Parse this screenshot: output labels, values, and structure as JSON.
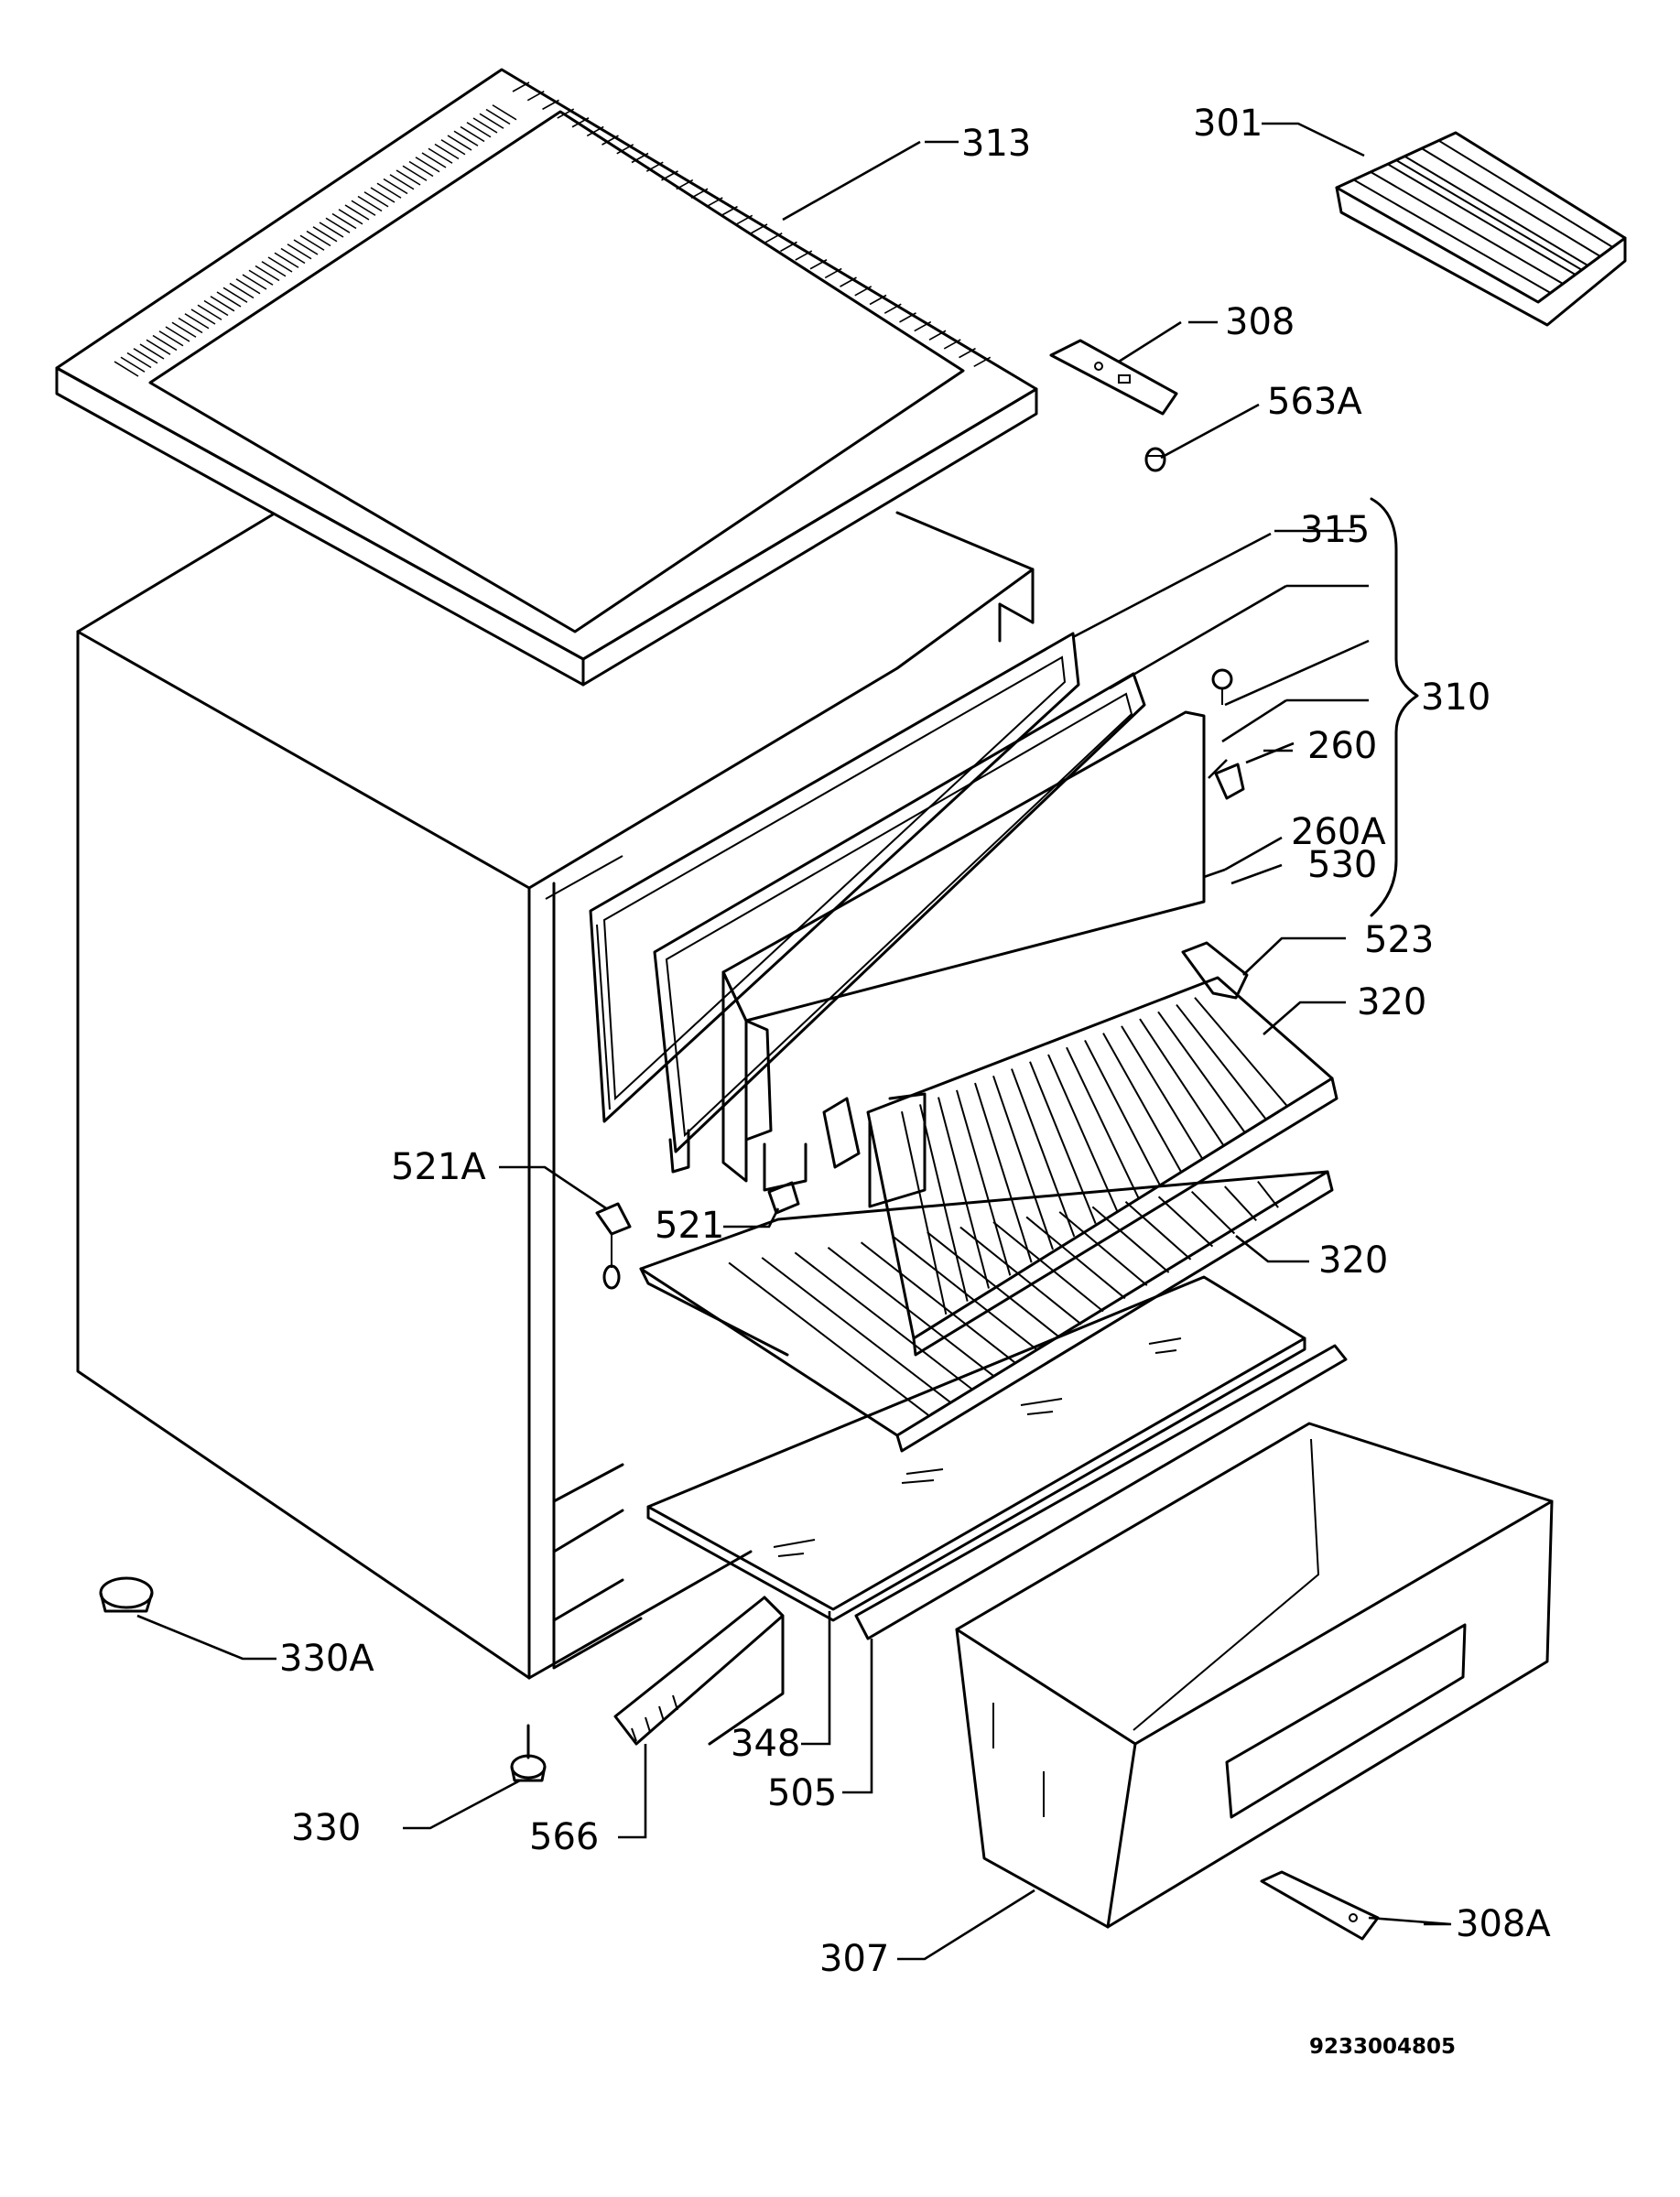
{
  "diagram": {
    "callouts": [
      {
        "id": "lbl-313",
        "text": "313"
      },
      {
        "id": "lbl-301",
        "text": "301"
      },
      {
        "id": "lbl-308",
        "text": "308"
      },
      {
        "id": "lbl-563a",
        "text": "563A"
      },
      {
        "id": "lbl-315",
        "text": "315"
      },
      {
        "id": "lbl-310",
        "text": "310"
      },
      {
        "id": "lbl-260",
        "text": "260"
      },
      {
        "id": "lbl-260a",
        "text": "260A"
      },
      {
        "id": "lbl-530",
        "text": "530"
      },
      {
        "id": "lbl-523",
        "text": "523"
      },
      {
        "id": "lbl-320-upper",
        "text": "320"
      },
      {
        "id": "lbl-521a",
        "text": "521A"
      },
      {
        "id": "lbl-521",
        "text": "521"
      },
      {
        "id": "lbl-320-lower",
        "text": "320"
      },
      {
        "id": "lbl-330a",
        "text": "330A"
      },
      {
        "id": "lbl-348",
        "text": "348"
      },
      {
        "id": "lbl-505",
        "text": "505"
      },
      {
        "id": "lbl-330",
        "text": "330"
      },
      {
        "id": "lbl-566",
        "text": "566"
      },
      {
        "id": "lbl-307",
        "text": "307"
      },
      {
        "id": "lbl-308a",
        "text": "308A"
      }
    ],
    "document_number": "9233004805"
  }
}
